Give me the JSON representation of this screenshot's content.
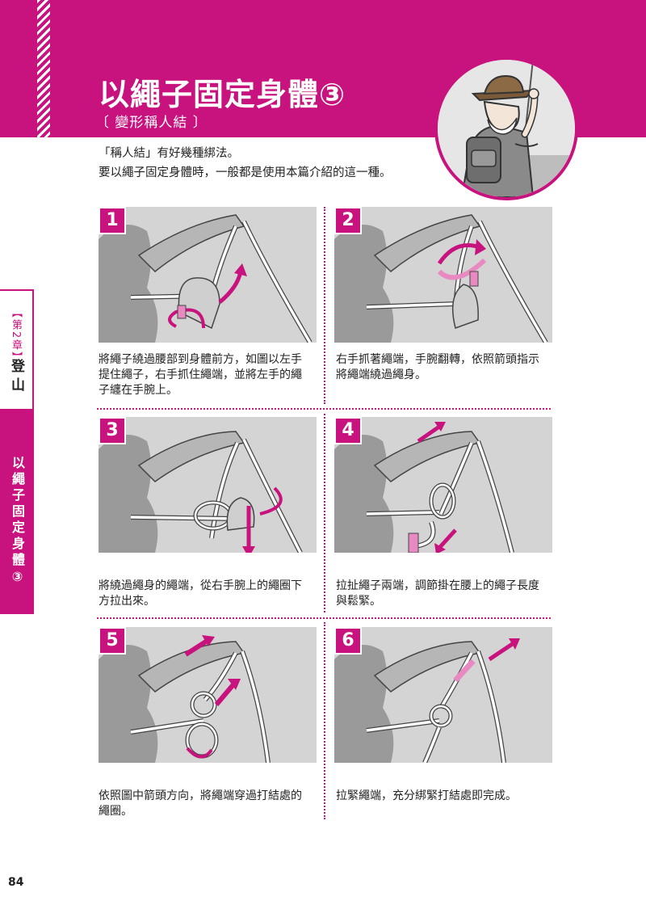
{
  "header": {
    "title": "以繩子固定身體③",
    "subtitle": "〔 變形稱人結 〕"
  },
  "intro": [
    "「稱人結」有好幾種綁法。",
    "要以繩子固定身體時，一般都是使用本篇介紹的這一種。"
  ],
  "sidebar": {
    "chapter": "【第2章】",
    "chapter_name": "登山",
    "section": "以繩子固定身體③"
  },
  "steps": [
    {
      "num": "1",
      "lines": [
        "將繩子繞過腰部到身體前方，如圖以左手",
        "提住繩子，右手抓住繩端，並將左手的繩",
        "子纏在手腕上。"
      ]
    },
    {
      "num": "2",
      "lines": [
        "右手抓著繩端，手腕翻轉，依照箭頭指示",
        "將繩端繞過繩身。"
      ]
    },
    {
      "num": "3",
      "lines": [
        "將繞過繩身的繩端，從右手腕上的繩圈下",
        "方拉出來。"
      ]
    },
    {
      "num": "4",
      "lines": [
        "拉扯繩子兩端，調節掛在腰上的繩子長度",
        "與鬆緊。"
      ]
    },
    {
      "num": "5",
      "lines": [
        "依照圖中箭頭方向，將繩端穿過打結處的",
        "繩圈。"
      ]
    },
    {
      "num": "6",
      "lines": [
        "拉緊繩端，充分綁緊打結處即完成。"
      ]
    }
  ],
  "page_number": "84",
  "colors": {
    "accent": "#c8127d",
    "panel_bg": "#d4d4d4"
  }
}
